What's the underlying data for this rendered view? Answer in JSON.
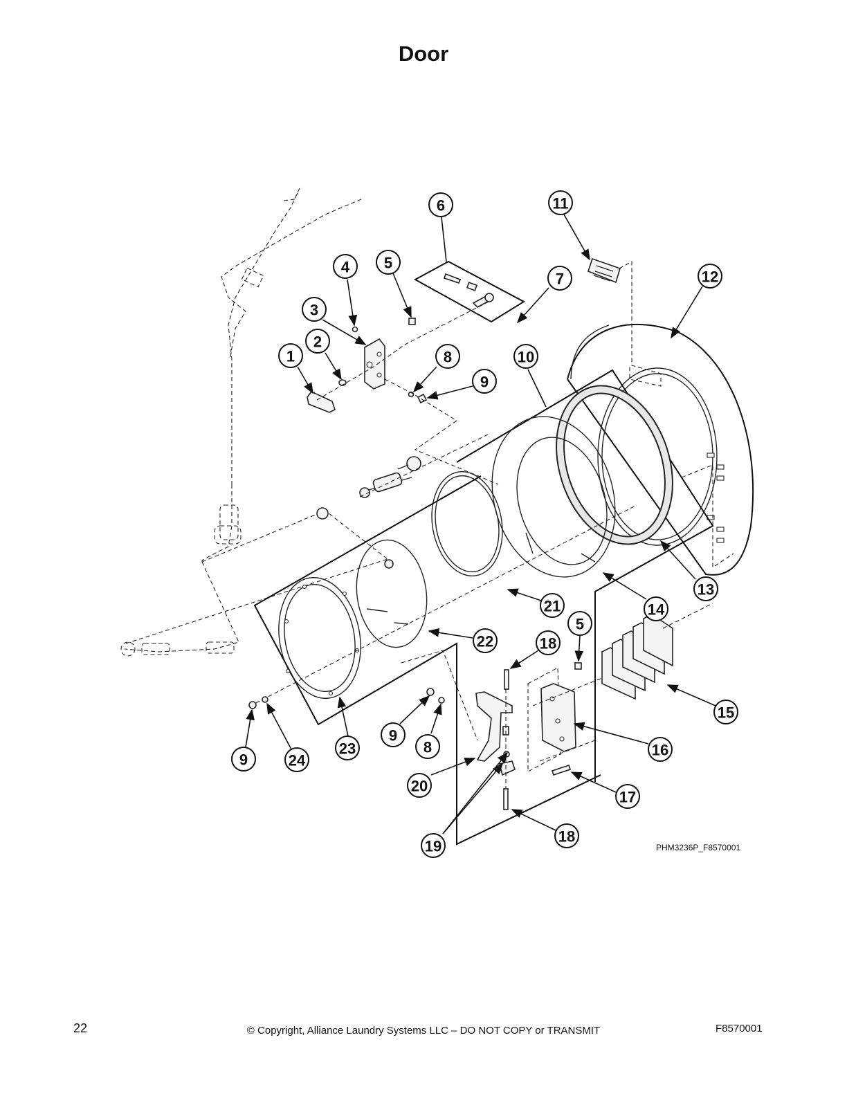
{
  "title": "Door",
  "drawing_code": "PHM3236P_F8570001",
  "footer": {
    "page_number": "22",
    "copyright": "© Copyright, Alliance Laundry Systems LLC – DO NOT COPY or TRANSMIT",
    "doc_number": "F8570001"
  },
  "callouts": [
    "1",
    "2",
    "3",
    "4",
    "5",
    "6",
    "7",
    "8",
    "9",
    "10",
    "11",
    "12",
    "13",
    "14",
    "15",
    "16",
    "17",
    "18",
    "19",
    "20",
    "21",
    "22",
    "23",
    "24",
    "5",
    "18",
    "8",
    "9",
    "9"
  ]
}
